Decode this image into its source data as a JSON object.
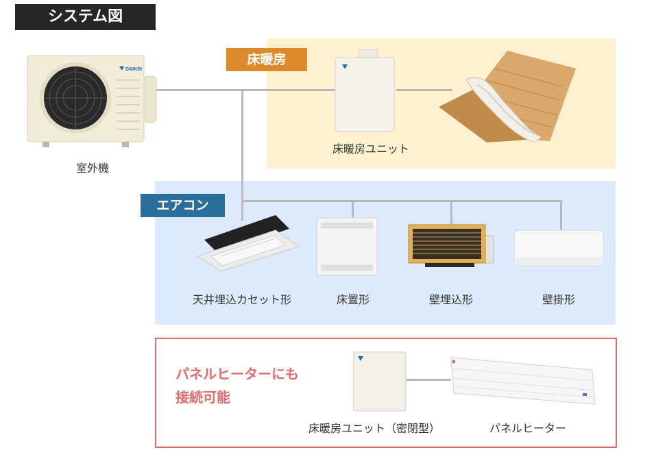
{
  "title": "システム図",
  "outdoor_unit": {
    "label": "室外機",
    "brand_mark": "DAIKIN"
  },
  "floor_heating": {
    "section_label": "床暖房",
    "unit_label": "床暖房ユニット"
  },
  "aircon": {
    "section_label": "エアコン",
    "units": [
      {
        "label": "天井埋込カセット形"
      },
      {
        "label": "床置形"
      },
      {
        "label": "壁埋込形"
      },
      {
        "label": "壁掛形"
      }
    ]
  },
  "panel": {
    "callout_line1": "パネルヒーターにも",
    "callout_line2": "接続可能",
    "sealed_unit_label": "床暖房ユニット（密閉型）",
    "heater_label": "パネルヒーター"
  },
  "colors": {
    "title_bg": "#262626",
    "floor_zone": "#fdf1cf",
    "floor_label": "#dd8a2a",
    "ac_zone": "#dcebfb",
    "ac_label": "#2a6f99",
    "panel_border": "#e06b6b",
    "connector": "#b8b8b8"
  }
}
